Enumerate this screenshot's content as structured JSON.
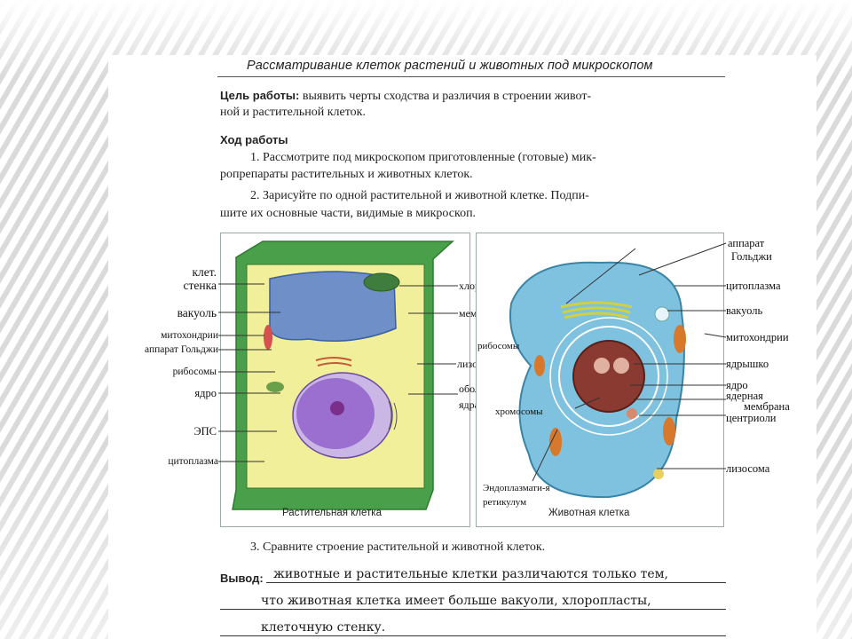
{
  "title": "Рассматривание клеток растений и животных под микроскопом",
  "goal": {
    "label": "Цель работы:",
    "text1": "выявить черты сходства и различия в строении живот-",
    "text2": "ной и растительной клеток."
  },
  "procedure": {
    "heading": "Ход работы",
    "step1_line1": "1. Рассмотрите под микроскопом приготовленные (готовые) мик-",
    "step1_line2": "ропрепараты растительных и животных клеток.",
    "step2_line1": "2. Зарисуйте по одной растительной и животной клетке. Подпи-",
    "step2_line2": "шите их основные части, видимые в микроскоп.",
    "step3": "3. Сравните строение растительной и животной клеток."
  },
  "plant_cell": {
    "caption": "Растительная клетка",
    "labels_left": [
      "клет.",
      "стенка",
      "вакуоль",
      "митохондрии",
      "аппарат Гольджи",
      "рибосомы",
      "ядро",
      "ЭПС",
      "цитоплазма"
    ],
    "labels_right": [
      "хлоропласт",
      "мембрана",
      "лизосома",
      "обол.",
      "ядра"
    ]
  },
  "animal_cell": {
    "caption": "Животная клетка",
    "labels_left": [
      "рибосомы",
      "хромосомы",
      "Эндоплазмати-я",
      "ретикулум"
    ],
    "labels_right": [
      "аппарат",
      "Гольджи",
      "цитоплазма",
      "вакуоль",
      "митохондрии",
      "ядрышко",
      "ядро",
      "ядерная",
      "мембрана",
      "центриоли",
      "лизосома"
    ]
  },
  "conclusion": {
    "label": "Вывод:",
    "line1": "животные и растительные клетки различаются только тем,",
    "line2": "что животная клетка имеет больше вакуоли, хлоропласты,",
    "line3": "клеточную стенку."
  },
  "colors": {
    "cell_wall": "#4aa04a",
    "plant_cytoplasm": "#f1ef9a",
    "vacuole": "#6f8fc8",
    "nucleus": "#9a6fd0",
    "animal_cytoplasm": "#7fc2df",
    "animal_nucleus": "#8a3a30",
    "mitochondria": "#d8782a"
  }
}
